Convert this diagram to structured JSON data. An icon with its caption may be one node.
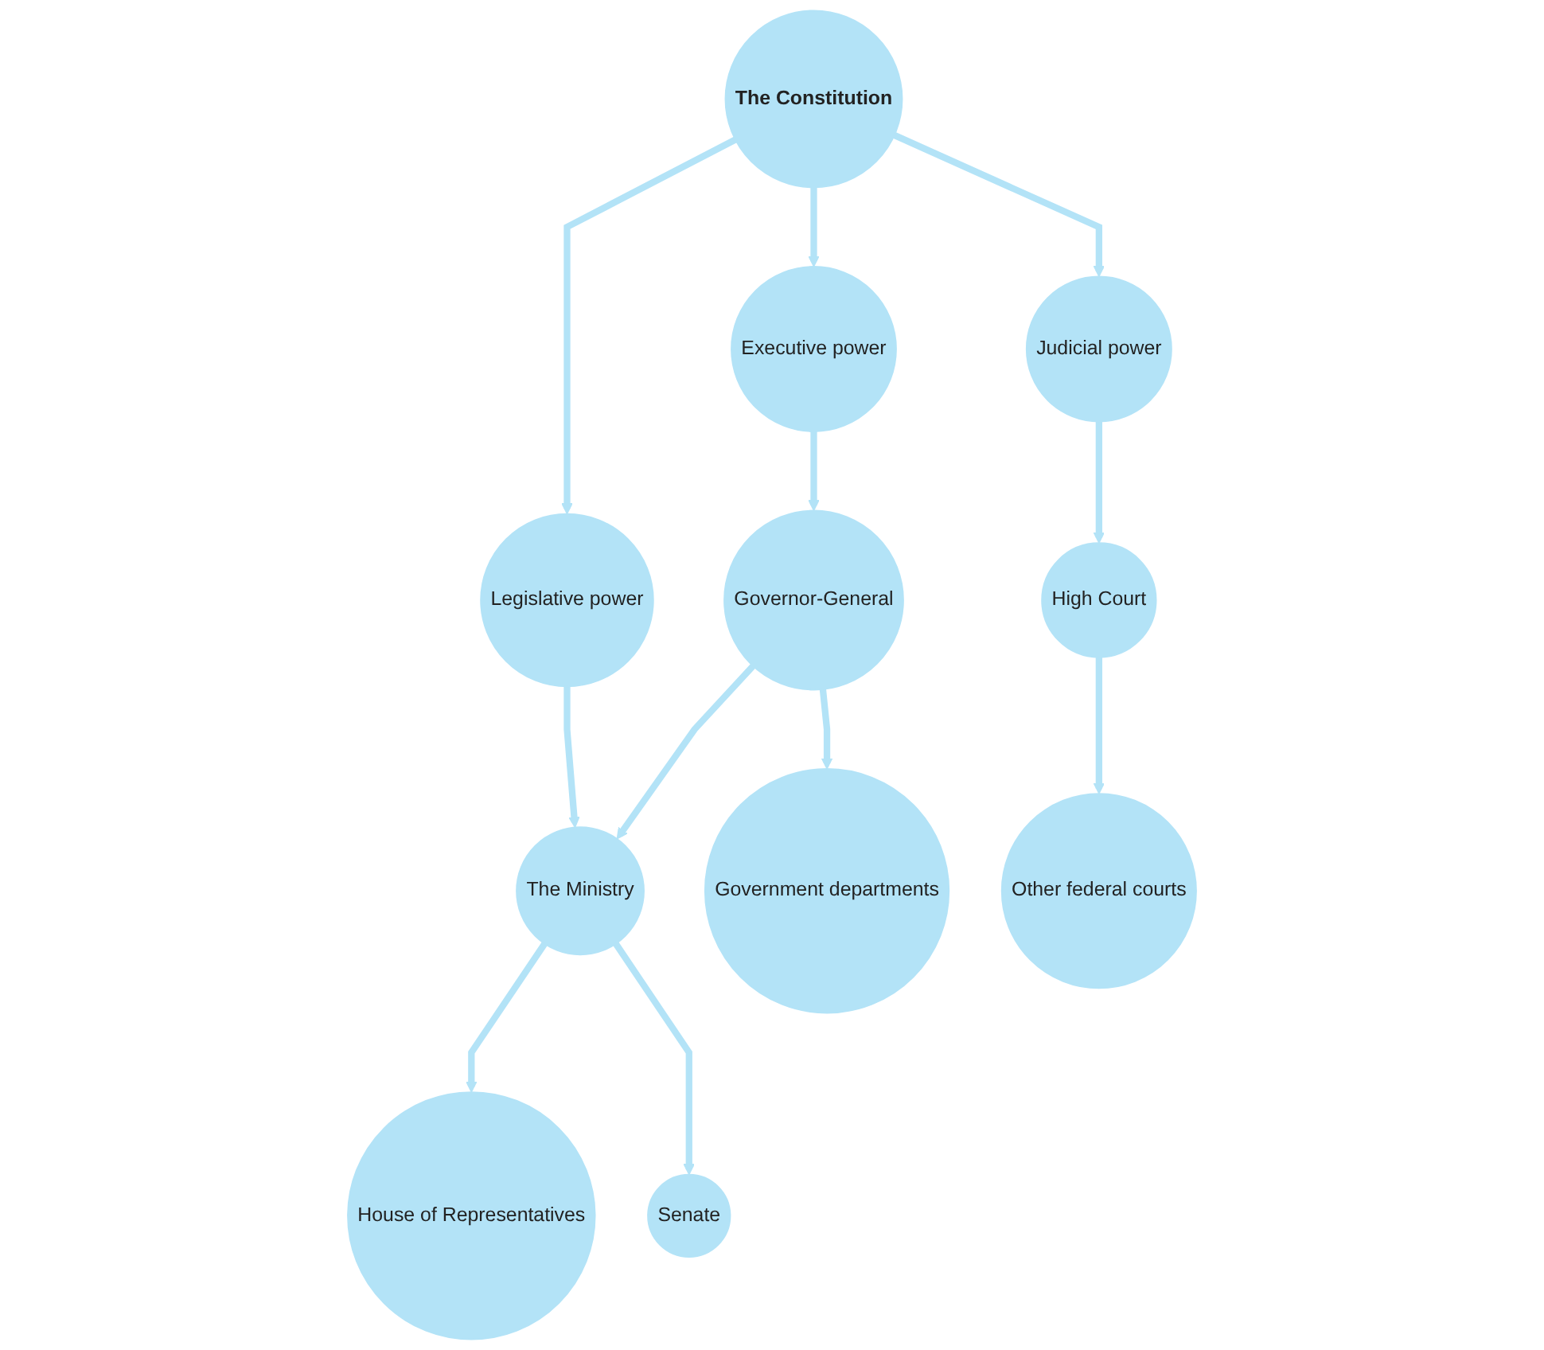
{
  "diagram": {
    "nodes": [
      {
        "text": [
          "The Constitution"
        ]
      },
      {
        "text": [
          "Legislative power"
        ]
      },
      {
        "text": [
          "Executive power"
        ]
      },
      {
        "text": [
          "Judicial power"
        ]
      },
      {
        "text": [
          "The Ministry"
        ]
      },
      {
        "text": [
          "Governor-General"
        ]
      },
      {
        "text": [
          "High Court"
        ]
      },
      {
        "text": [
          "House of Representatives"
        ]
      },
      {
        "text": [
          "Senate"
        ]
      },
      {
        "text": [
          "Government departments"
        ]
      },
      {
        "text": [
          "Other federal courts"
        ]
      }
    ],
    "edges": [
      {
        "from": 0,
        "to": 1,
        "arrow": "to"
      },
      {
        "from": 0,
        "to": 2,
        "arrow": "to"
      },
      {
        "from": 0,
        "to": 3,
        "arrow": "to"
      },
      {
        "from": 1,
        "to": 4,
        "arrow": "to"
      },
      {
        "from": 2,
        "to": 5,
        "arrow": "to"
      },
      {
        "from": 3,
        "to": 6,
        "arrow": "to"
      },
      {
        "from": 5,
        "to": 4,
        "arrow": "to"
      },
      {
        "from": 4,
        "to": 7,
        "arrow": "to"
      },
      {
        "from": 4,
        "to": 8,
        "arrow": "to"
      },
      {
        "from": 5,
        "to": 9,
        "arrow": "to"
      },
      {
        "from": 6,
        "to": 10,
        "arrow": "to"
      }
    ]
  }
}
